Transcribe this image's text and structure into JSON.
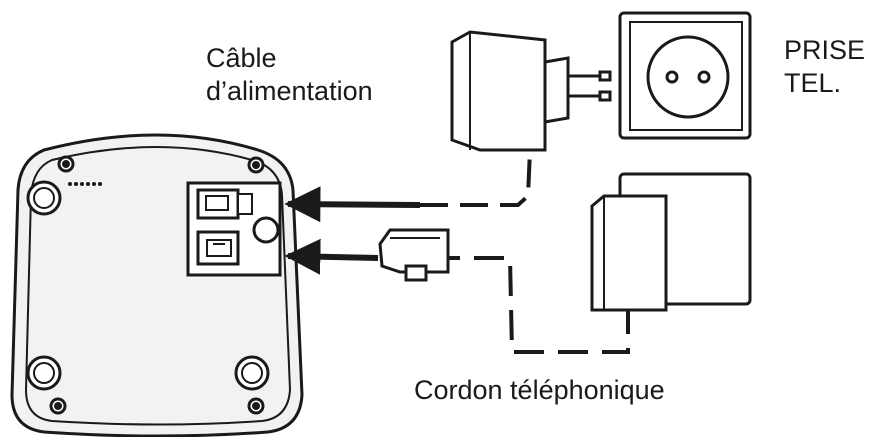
{
  "labels": {
    "power_cable_line1": "Câble",
    "power_cable_line2": "d’alimentation",
    "wall_socket_line1": "PRISE",
    "wall_socket_line2": "TEL.",
    "phone_cord": "Cordon téléphonique"
  },
  "colors": {
    "line": "#1a1a1a",
    "fill_base": "#f2f2f2",
    "fill_white": "#ffffff",
    "text": "#1a1a1a"
  }
}
